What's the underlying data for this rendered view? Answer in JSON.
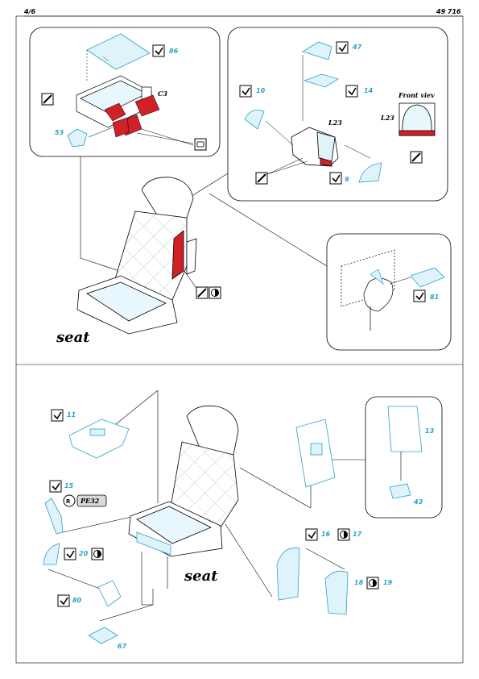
{
  "header": {
    "page": "4/6",
    "set_number": "49 716"
  },
  "top_section": {
    "title": "seat",
    "labels": {
      "c3": "C3",
      "l23_a": "L23",
      "l23_b": "L23",
      "front_view": "Front viev"
    },
    "part_numbers": [
      "86",
      "53",
      "47",
      "10",
      "14",
      "9",
      "81"
    ]
  },
  "bottom_section": {
    "title": "seat",
    "labels": {
      "pe32": "PE32"
    },
    "part_numbers": [
      "11",
      "15",
      "20",
      "80",
      "67",
      "16",
      "17",
      "18",
      "19",
      "13",
      "43"
    ]
  },
  "colors": {
    "part_blue": "#2aa1cc",
    "part_fill": "#dff3fb",
    "plastic_red": "#d12027"
  }
}
